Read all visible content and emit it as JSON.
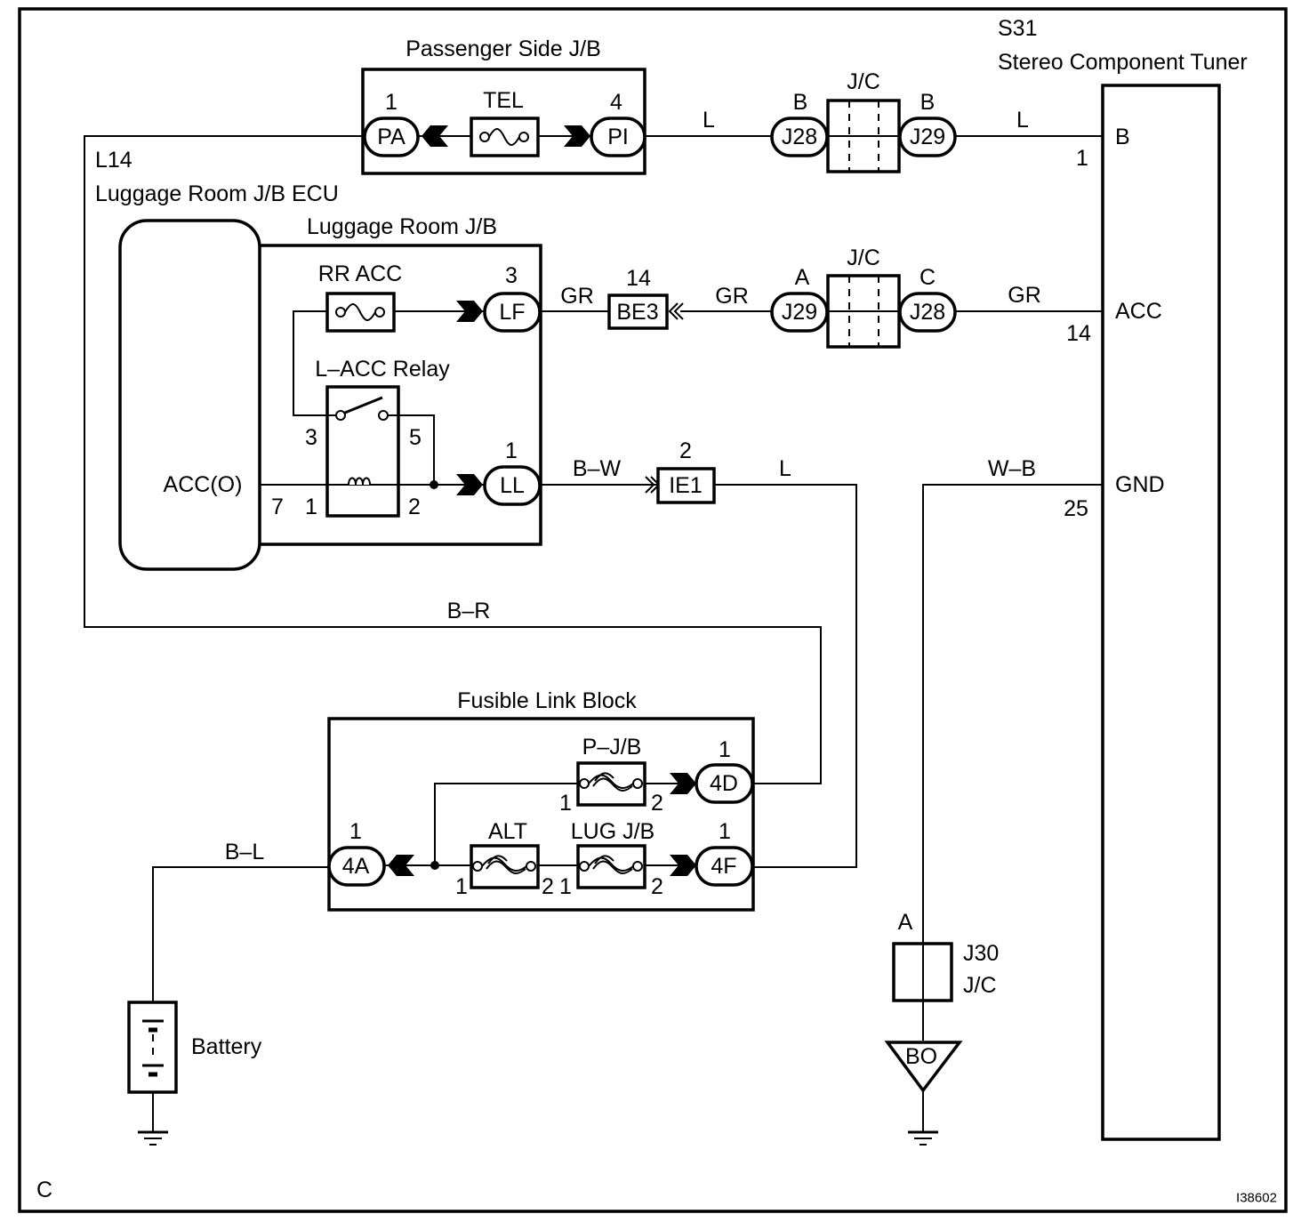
{
  "passenger_jb": {
    "title": "Passenger Side J/B",
    "pa_pin": "1",
    "pa": "PA",
    "fuse": "TEL",
    "pi_pin": "4",
    "pi": "PI"
  },
  "ecu": {
    "code": "L14",
    "name": "Luggage Room J/B ECU",
    "acc_o": "ACC(O)",
    "pin7": "7"
  },
  "luggage_jb": {
    "title": "Luggage Room J/B",
    "fuse": "RR ACC",
    "lf_pin": "3",
    "lf": "LF",
    "relay": "L–ACC Relay",
    "relay_pins": [
      "3",
      "5",
      "1",
      "2"
    ],
    "ll_pin": "1",
    "ll": "LL"
  },
  "row_b": {
    "wire1": "L",
    "j28_pin": "B",
    "j28": "J28",
    "jc": "J/C",
    "j29_pin": "B",
    "j29": "J29",
    "wire2": "L",
    "tuner_pin": "1",
    "tuner_terminal": "B"
  },
  "row_acc": {
    "wire1": "GR",
    "be3_pin": "14",
    "be3": "BE3",
    "wire2": "GR",
    "j29_pin": "A",
    "j29": "J29",
    "jc": "J/C",
    "j28_pin": "C",
    "j28": "J28",
    "wire3": "GR",
    "tuner_terminal": "ACC",
    "tuner_pin": "14"
  },
  "row_ll": {
    "wire1": "B–W",
    "ie1_pin": "2",
    "ie1": "IE1",
    "wire2": "L"
  },
  "row_gnd": {
    "wire": "W–B",
    "tuner_terminal": "GND",
    "tuner_pin": "25",
    "j30_pin": "A",
    "j30": "J30",
    "j30_type": "J/C",
    "ground_point": "BO"
  },
  "tuner": {
    "code": "S31",
    "name": "Stereo Component Tuner"
  },
  "wire_br": "B–R",
  "fusible": {
    "title": "Fusible Link Block",
    "p_jb": "P–J/B",
    "p_jb_pins": [
      "1",
      "2"
    ],
    "d4_pin": "1",
    "d4": "4D",
    "a4_pin": "1",
    "a4": "4A",
    "alt": "ALT",
    "alt_pins": [
      "1",
      "2"
    ],
    "lug": "LUG J/B",
    "lug_pins": [
      "1",
      "2"
    ],
    "f4_pin": "1",
    "f4": "4F"
  },
  "battery": {
    "wire": "B–L",
    "label": "Battery"
  },
  "corner_letter": "C",
  "figure_id": "I38602"
}
